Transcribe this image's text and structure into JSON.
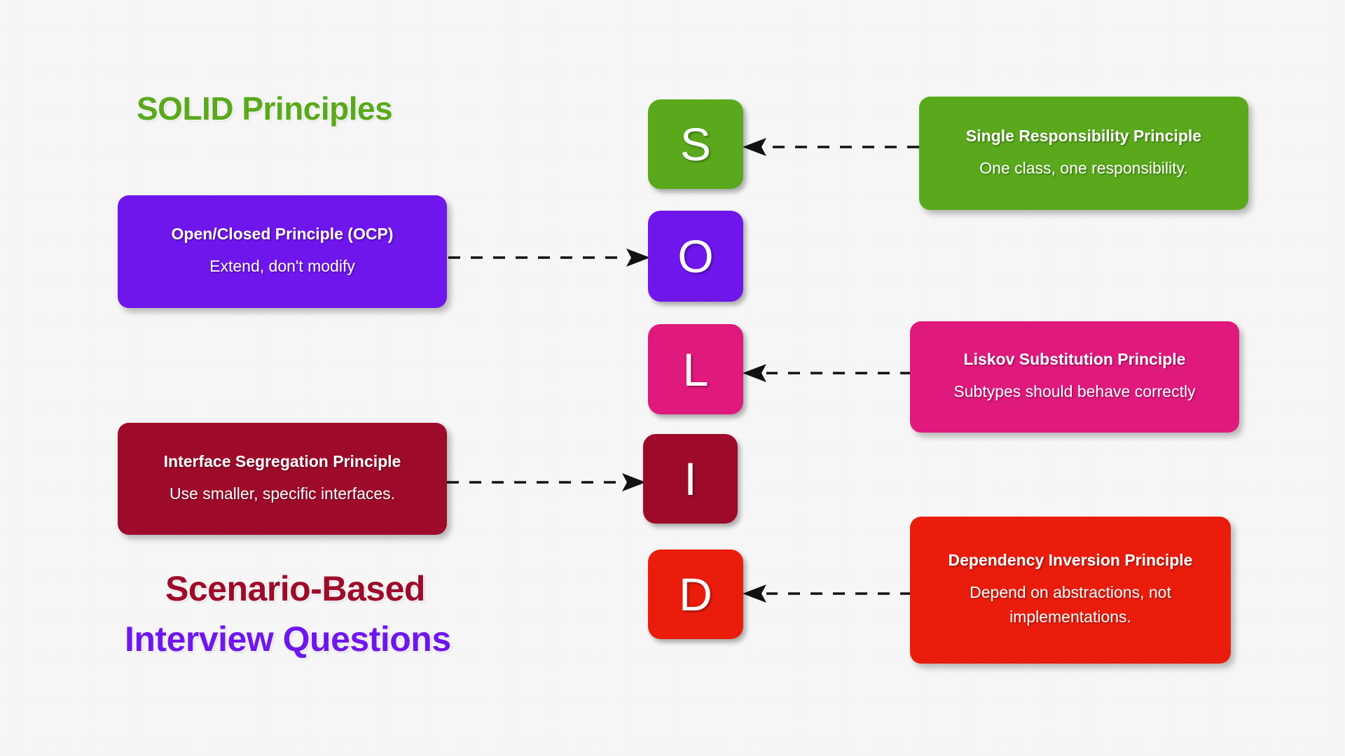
{
  "titles": {
    "main": "SOLID Principles",
    "footer_line1": "Scenario-Based",
    "footer_line2": "Interview Questions"
  },
  "colors": {
    "background": "#f8f8f8",
    "green": "#5aa91c",
    "purple": "#6f16ec",
    "pink": "#e0197c",
    "darkred": "#9e0b2a",
    "red": "#ea1d0d",
    "arrow": "#111111",
    "text_on_card": "#ffffff"
  },
  "letters": [
    {
      "id": "s",
      "glyph": "S",
      "color": "#5aa91c"
    },
    {
      "id": "o",
      "glyph": "O",
      "color": "#6f16ec"
    },
    {
      "id": "l",
      "glyph": "L",
      "color": "#e0197c"
    },
    {
      "id": "i",
      "glyph": "I",
      "color": "#9e0b2a"
    },
    {
      "id": "d",
      "glyph": "D",
      "color": "#ea1d0d"
    }
  ],
  "cards": [
    {
      "id": "srp",
      "letter": "S",
      "side": "right",
      "title": "Single Responsibility Principle",
      "desc": "One class, one responsibility.",
      "color": "#5aa91c",
      "arrow_direction": "left"
    },
    {
      "id": "ocp",
      "letter": "O",
      "side": "left",
      "title": "Open/Closed Principle (OCP)",
      "desc": "Extend, don't modify",
      "color": "#6f16ec",
      "arrow_direction": "right"
    },
    {
      "id": "lsp",
      "letter": "L",
      "side": "right",
      "title": "Liskov Substitution Principle",
      "desc": "Subtypes should behave correctly",
      "color": "#e0197c",
      "arrow_direction": "left"
    },
    {
      "id": "isp",
      "letter": "I",
      "side": "left",
      "title": "Interface Segregation Principle",
      "desc": "Use smaller, specific interfaces.",
      "color": "#9e0b2a",
      "arrow_direction": "right"
    },
    {
      "id": "dip",
      "letter": "D",
      "side": "right",
      "title": "Dependency Inversion Principle",
      "desc": "Depend on abstractions, not implementations.",
      "color": "#ea1d0d",
      "arrow_direction": "left"
    }
  ],
  "chart_data": {
    "type": "diagram",
    "title": "SOLID Principles",
    "layout": "central letter column with flanking description cards",
    "nodes": [
      "S",
      "O",
      "L",
      "I",
      "D"
    ],
    "edges": [
      {
        "from": "Single Responsibility Principle",
        "to": "S",
        "style": "dashed-arrow"
      },
      {
        "from": "Open/Closed Principle (OCP)",
        "to": "O",
        "style": "dashed-arrow"
      },
      {
        "from": "Liskov Substitution Principle",
        "to": "L",
        "style": "dashed-arrow"
      },
      {
        "from": "Interface Segregation Principle",
        "to": "I",
        "style": "dashed-arrow"
      },
      {
        "from": "Dependency Inversion Principle",
        "to": "D",
        "style": "dashed-arrow"
      }
    ]
  }
}
